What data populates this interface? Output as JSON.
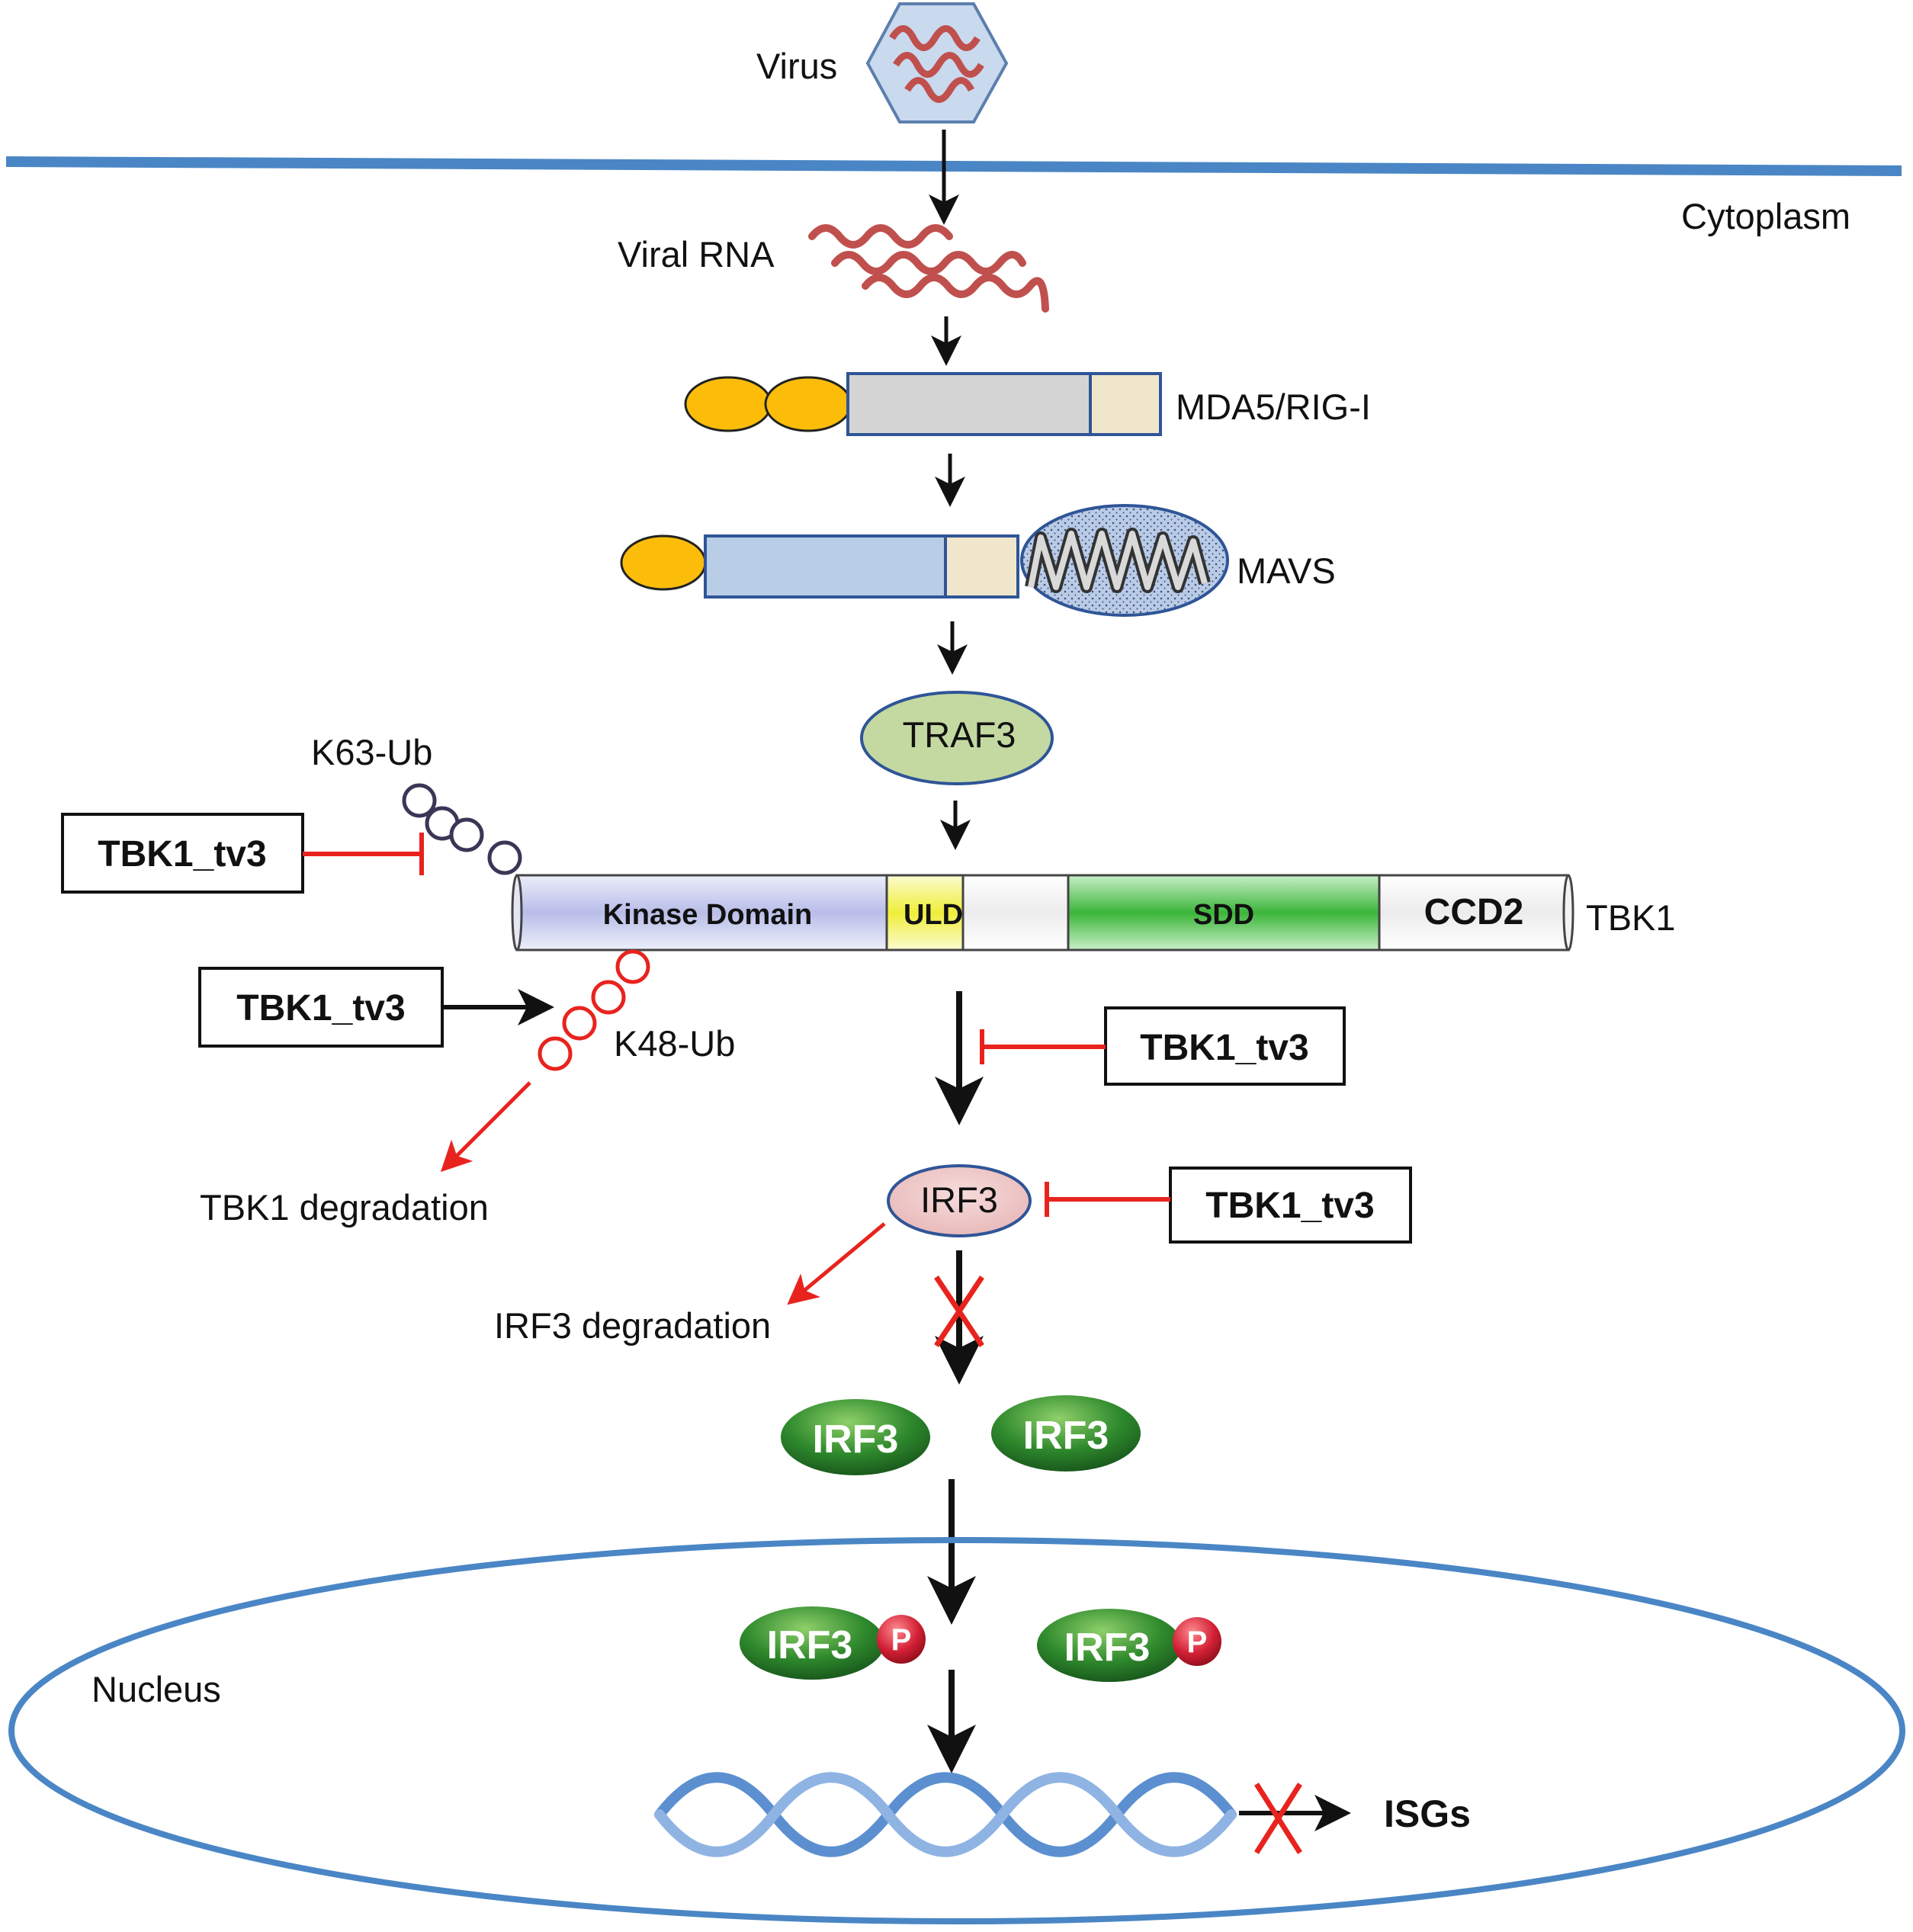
{
  "labels": {
    "virus": "Virus",
    "cytoplasm": "Cytoplasm",
    "viral_rna": "Viral RNA",
    "mda5": "MDA5/RIG-I",
    "mavs": "MAVS",
    "traf3": "TRAF3",
    "k63": "K63-Ub",
    "k48": "K48-Ub",
    "tbk1": "TBK1",
    "tbk1_degradation": "TBK1 degradation",
    "irf3": "IRF3",
    "irf3_degradation": "IRF3 degradation",
    "nucleus": "Nucleus",
    "isgs": "ISGs",
    "phospho": "P"
  },
  "tbk1_domains": {
    "kinase": "Kinase Domain",
    "uld": "ULD",
    "sdd": "SDD",
    "ccd2": "CCD2"
  },
  "inhibitor_boxes": [
    "TBK1_tv3",
    "TBK1_tv3",
    "TBK1_tv3",
    "TBK1_tv3"
  ],
  "colors": {
    "membrane": "#4a86c5",
    "inhibit": "#e8231e",
    "card": "#fbbd0a",
    "traf3": "#c4d9a1",
    "irf3_active": "#2f8a2d",
    "phospho": "#d22035",
    "sdd": "#5cc35a",
    "kinase": "#c5c9ec",
    "uld": "#f4f36a",
    "rna": "#c0504d"
  }
}
